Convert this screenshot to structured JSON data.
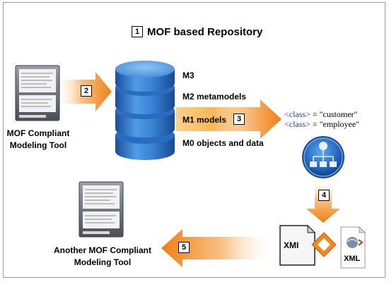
{
  "title": {
    "number": "1",
    "text": "MOF based Repository"
  },
  "steps": {
    "s2": "2",
    "s3": "3",
    "s4": "4",
    "s5": "5"
  },
  "layers": [
    "M3",
    "M2 metamodels",
    "M1 models",
    "M0 objects and data"
  ],
  "tool_left": {
    "line1": "MOF Compliant",
    "line2": "Modeling Tool"
  },
  "tool_bottom": {
    "line1": "Another MOF Compliant",
    "line2": "Modeling Tool"
  },
  "code_lines": [
    {
      "tag": "<class>",
      "rest": " = \"customer\""
    },
    {
      "tag": "<class>",
      "rest": " = \"employee\""
    }
  ],
  "badges": {
    "xmi": "XMI",
    "xml": "XML"
  },
  "colors": {
    "arrow_orange": "#f07f14",
    "cylinder_blue": "#2f7fd0",
    "highlight": "#f6a623"
  }
}
